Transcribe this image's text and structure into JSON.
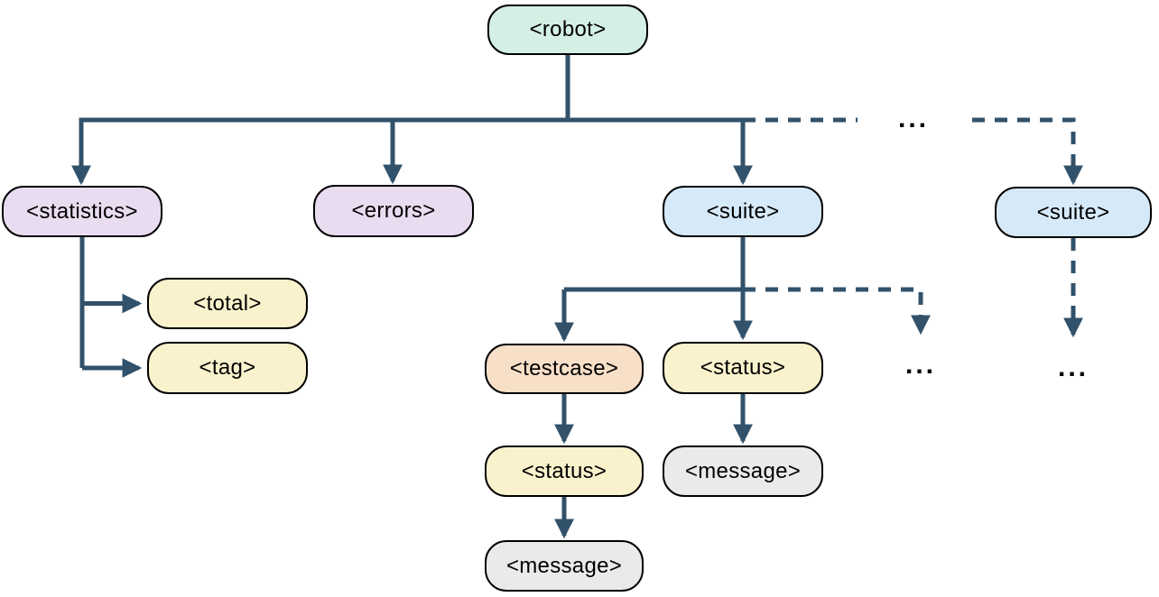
{
  "palette": {
    "line_color": "#32526b",
    "node_border": "#000000",
    "green": "#d4efe3",
    "purple": "#e9dcf0",
    "blue": "#d6e9f8",
    "yellow": "#faf2cd",
    "orange": "#f8dfc8",
    "gray": "#e9eaea"
  },
  "nodes": {
    "robot": {
      "label": "<robot>",
      "fill": "#d4efe3"
    },
    "statistics": {
      "label": "<statistics>",
      "fill": "#e9dcf0"
    },
    "errors": {
      "label": "<errors>",
      "fill": "#e9dcf0"
    },
    "suite_left": {
      "label": "<suite>",
      "fill": "#d6e9f8"
    },
    "suite_right": {
      "label": "<suite>",
      "fill": "#d6e9f8"
    },
    "total": {
      "label": "<total>",
      "fill": "#faf2cd"
    },
    "tag": {
      "label": "<tag>",
      "fill": "#faf2cd"
    },
    "testcase": {
      "label": "<testcase>",
      "fill": "#f8dfc8"
    },
    "status_suite": {
      "label": "<status>",
      "fill": "#faf2cd"
    },
    "status_testcase": {
      "label": "<status>",
      "fill": "#faf2cd"
    },
    "message_suite": {
      "label": "<message>",
      "fill": "#e9eaea"
    },
    "message_testcase": {
      "label": "<message>",
      "fill": "#e9eaea"
    }
  },
  "ellipses": {
    "top": "...",
    "middle": "...",
    "right": "..."
  }
}
